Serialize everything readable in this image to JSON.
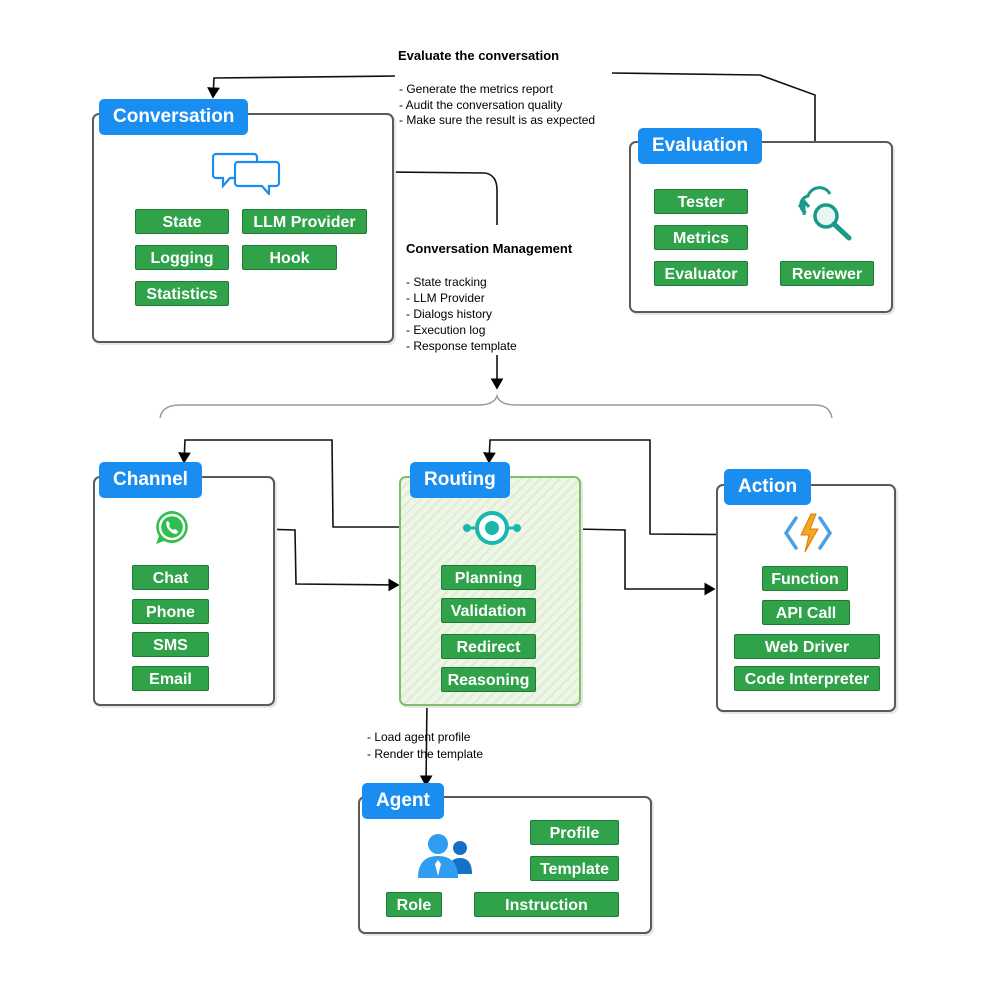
{
  "evaluate_note": {
    "title": "Evaluate the conversation",
    "lines": [
      "- Generate the metrics report",
      "- Audit the conversation quality",
      "- Make sure the result is as expected"
    ]
  },
  "conversation_management_note": {
    "title": "Conversation Management",
    "lines": [
      "- State tracking",
      "- LLM Provider",
      "- Dialogs history",
      "- Execution log",
      "- Response template"
    ]
  },
  "agent_note": {
    "lines": [
      "- Load agent profile",
      "- Render the template"
    ]
  },
  "conversation": {
    "title": "Conversation",
    "icon": "chat-bubbles-icon",
    "tags": [
      "State",
      "LLM Provider",
      "Logging",
      "Hook",
      "Statistics"
    ]
  },
  "evaluation": {
    "title": "Evaluation",
    "icon": "cloud-search-icon",
    "tags": [
      "Tester",
      "Metrics",
      "Evaluator",
      "Reviewer"
    ]
  },
  "channel": {
    "title": "Channel",
    "icon": "whatsapp-icon",
    "tags": [
      "Chat",
      "Phone",
      "SMS",
      "Email"
    ]
  },
  "routing": {
    "title": "Routing",
    "icon": "hub-icon",
    "tags": [
      "Planning",
      "Validation",
      "Redirect",
      "Reasoning"
    ]
  },
  "action": {
    "title": "Action",
    "icon": "lightning-function-icon",
    "tags": [
      "Function",
      "API Call",
      "Web Driver",
      "Code Interpreter"
    ]
  },
  "agent": {
    "title": "Agent",
    "icon": "users-icon",
    "tags": [
      "Profile",
      "Template",
      "Role",
      "Instruction"
    ]
  },
  "colors": {
    "title_bg": "#1a8ef0",
    "tag_bg": "#2fa24a",
    "routing_bg": "#eef7e6"
  }
}
